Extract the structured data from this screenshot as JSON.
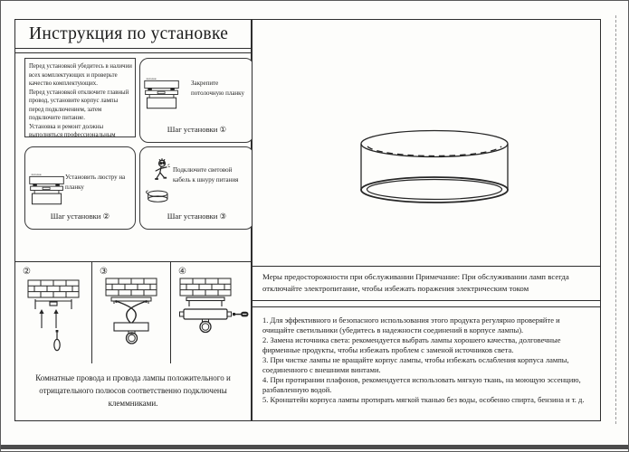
{
  "title": "Инструкция по установке",
  "intro": {
    "lines": [
      "Перед установкой убедитесь в наличии всех комплектующих и проверьте качество комплектующих.",
      "Перед установкой отключите главный провод, установите корпус лампы перед подключением, затем подключите питание.",
      "Установка и ремонт должны выполняться профессиональным персоналом."
    ]
  },
  "steps": [
    {
      "label": "Закрепите потолочную планку",
      "caption": "Шаг установки ①"
    },
    {
      "label": "Установить люстру на планку",
      "caption": "Шаг установки ②"
    },
    {
      "label": "Подключите световой кабель к шнуру питания",
      "caption": "Шаг установки ③"
    }
  ],
  "ceiling_label": "потолок",
  "panels": [
    {
      "number": "②"
    },
    {
      "number": "③"
    },
    {
      "number": "④"
    }
  ],
  "wiring_note": "Комнатные провода и провода лампы положительного и отрицательного полюсов соответственно подключены клеммниками.",
  "precaution": "Меры предосторожности при обслуживании Примечание: При обслуживании ламп всегда отключайте электропитание, чтобы избежать поражения электрическим током",
  "maintenance_items": [
    "1. Для эффективного и безопасного использования этого продукта регулярно проверяйте и очищайте светильники (убедитесь в надежности соединений в корпусе лампы).",
    "2. Замена источника света: рекомендуется выбрать лампы хорошего качества, долговечные фирменные продукты, чтобы избежать проблем с заменой источников света.",
    "3. При чистке лампы не вращайте корпус лампы, чтобы избежать ослабления корпуса лампы, соединенного с внешними винтами.",
    "4. При протирании плафонов, рекомендуется использовать мягкую ткань, на моющую эссенцию, разбавленную водой.",
    "5. Кронштейн корпуса лампы протирать мягкой тканью без воды, особенно спирта, бензина и т. д."
  ],
  "colors": {
    "ink": "#262626",
    "paper": "#fdfdfb"
  }
}
